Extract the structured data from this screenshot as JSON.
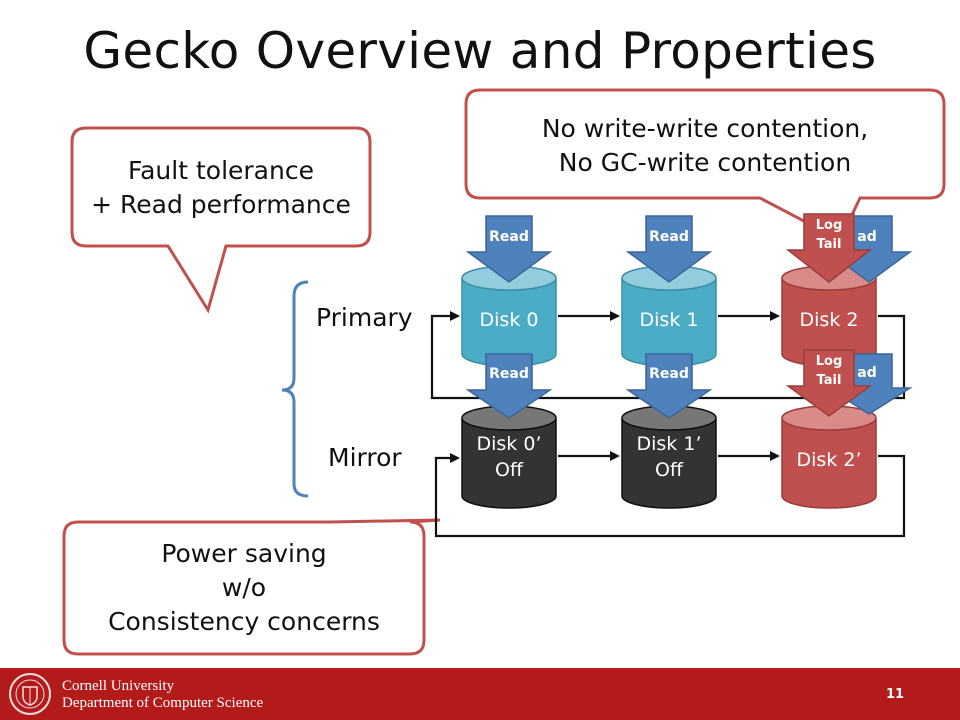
{
  "slide": {
    "title": "Gecko Overview and Properties",
    "slide_number": "11"
  },
  "callouts": {
    "fault": [
      "Fault tolerance",
      "+ Read performance"
    ],
    "contention": [
      "No write-write contention,",
      "No GC-write contention"
    ],
    "power": [
      "Power saving",
      "w/o",
      "Consistency concerns"
    ]
  },
  "rows": {
    "primary": "Primary",
    "mirror": "Mirror"
  },
  "disks": {
    "d0": "Disk 0",
    "d1": "Disk 1",
    "d2": "Disk 2",
    "d0m": [
      "Disk 0’",
      "Off"
    ],
    "d1m": [
      "Disk 1’",
      "Off"
    ],
    "d2m": "Disk 2’"
  },
  "arrows": {
    "read": "Read",
    "read_partial": "ad",
    "log_tail": [
      "Log",
      "Tail"
    ]
  },
  "footer": {
    "university": "Cornell University",
    "department": "Department of Computer Science"
  },
  "colors": {
    "disk_blue": "#4bacc6",
    "disk_red": "#c0504d",
    "disk_black": "#333333",
    "arrow_blue": "#4f81bd",
    "brace_blue": "#4f81bd",
    "footer_red": "#b31b1b"
  }
}
